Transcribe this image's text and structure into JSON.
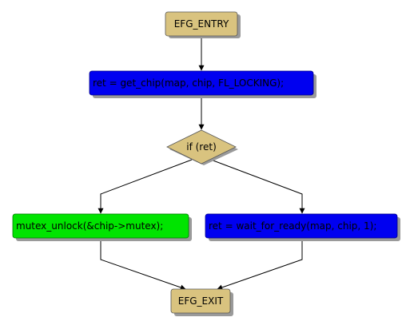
{
  "diagram": {
    "nodes": {
      "entry": {
        "label": "EFG_ENTRY",
        "fill": "#d9c37f",
        "text_color": "#000000"
      },
      "get_chip": {
        "label": "ret = get_chip(map, chip, FL_LOCKING);",
        "fill": "#0000f0",
        "text_color": "#000000"
      },
      "decision": {
        "label": "if (ret)",
        "fill": "#d9c37f",
        "text_color": "#000000"
      },
      "mutex_unlock": {
        "label": "mutex_unlock(&chip->mutex);",
        "fill": "#00e400",
        "text_color": "#000000"
      },
      "wait_for_ready": {
        "label": "ret = wait_for_ready(map, chip, 1);",
        "fill": "#0000f0",
        "text_color": "#000000"
      },
      "exit": {
        "label": "EFG_EXIT",
        "fill": "#d9c37f",
        "text_color": "#000000"
      }
    },
    "shadow_color": "#9a9a9a",
    "edge_color": "#000000"
  }
}
